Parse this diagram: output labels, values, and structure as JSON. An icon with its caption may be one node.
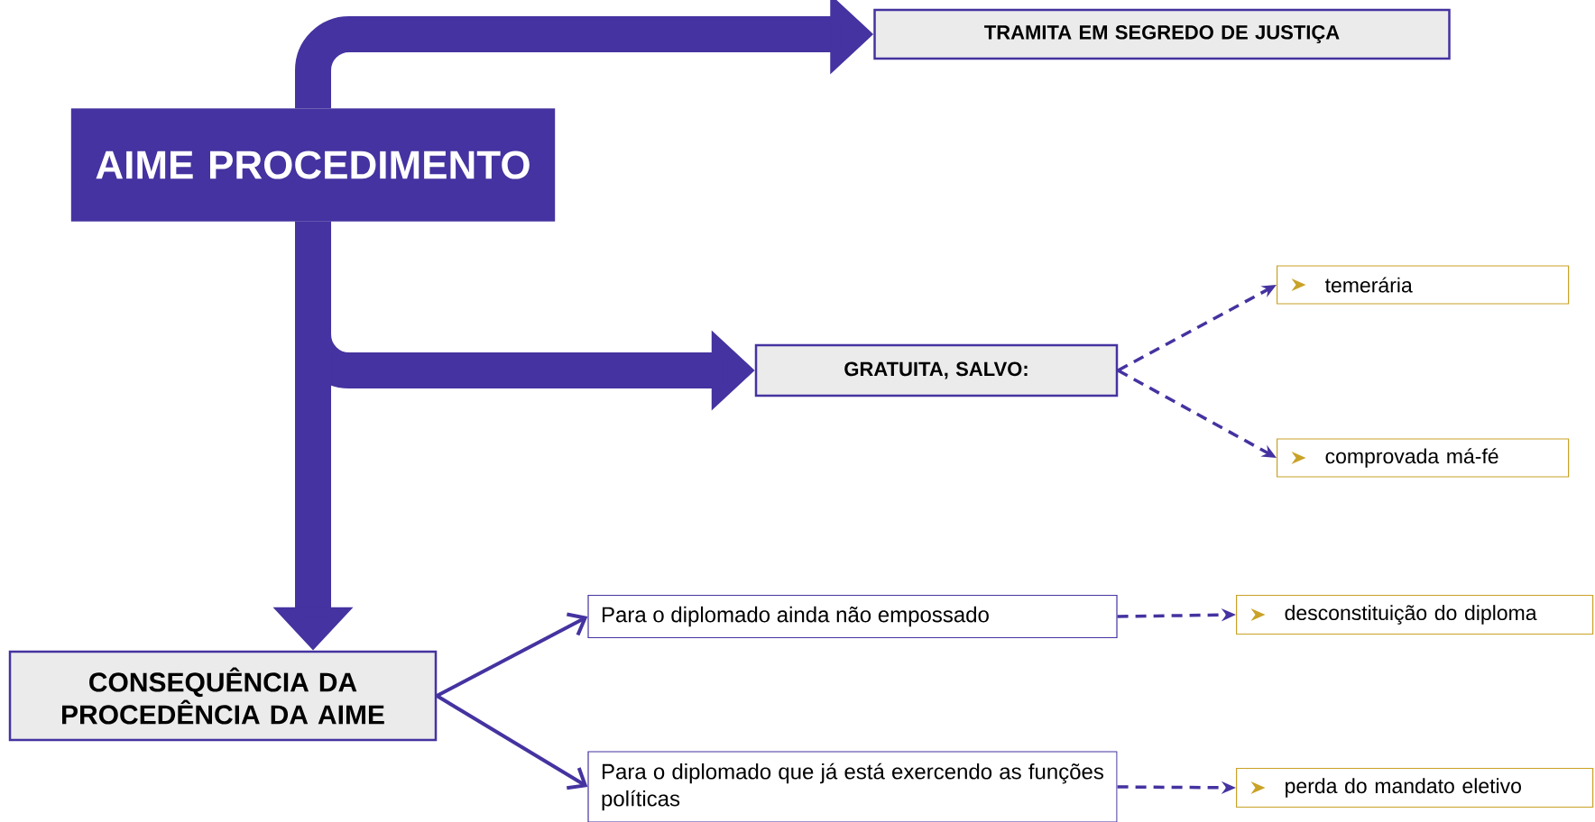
{
  "diagram": {
    "nodes": [
      {
        "text": [
          "AIME PROCEDIMENTO"
        ]
      },
      {
        "text": [
          "TRAMITA EM SEGREDO DE JUSTIÇA"
        ]
      },
      {
        "text": [
          "GRATUITA, SALVO:"
        ]
      },
      {
        "text": [
          "temerária"
        ]
      },
      {
        "text": [
          "comprovada má-fé"
        ]
      },
      {
        "text": [
          "CONSEQUÊNCIA DA PROCEDÊNCIA DA AIME"
        ]
      },
      {
        "text": [
          "Para o diplomado ainda não empossado"
        ]
      },
      {
        "text": [
          "desconstituição do diploma"
        ]
      },
      {
        "text": [
          "Para o diplomado que já está exercendo as funções políticas"
        ]
      },
      {
        "text": [
          "perda do mandato eletivo"
        ]
      }
    ],
    "edges": [
      {
        "from": 0,
        "to": 1,
        "arrow": "to",
        "style": "thick"
      },
      {
        "from": 0,
        "to": 2,
        "arrow": "to",
        "style": "thick"
      },
      {
        "from": 0,
        "to": 5,
        "arrow": "to",
        "style": "thick"
      },
      {
        "from": 2,
        "to": 3,
        "arrow": "to",
        "style": "dashed"
      },
      {
        "from": 2,
        "to": 4,
        "arrow": "to",
        "style": "dashed"
      },
      {
        "from": 5,
        "to": 6,
        "arrow": "to"
      },
      {
        "from": 5,
        "to": 8,
        "arrow": "to"
      },
      {
        "from": 6,
        "to": 7,
        "arrow": "to",
        "style": "dashed"
      },
      {
        "from": 8,
        "to": 9,
        "arrow": "to",
        "style": "dashed"
      }
    ]
  }
}
